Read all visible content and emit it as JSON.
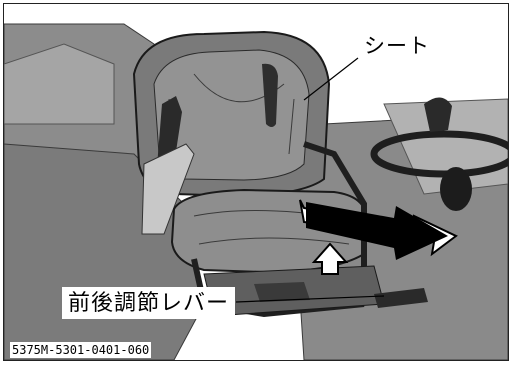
{
  "figure": {
    "seat_label": "シート",
    "lever_label": "前後調節レバー",
    "figure_code": "5375M-5301-0401-060"
  },
  "colors": {
    "frame": "#222222",
    "background": "#ffffff",
    "body_dark": "#6f6f6f",
    "body_mid": "#9a9a9a",
    "body_light": "#c8c8c8",
    "arrow_black": "#000000"
  }
}
